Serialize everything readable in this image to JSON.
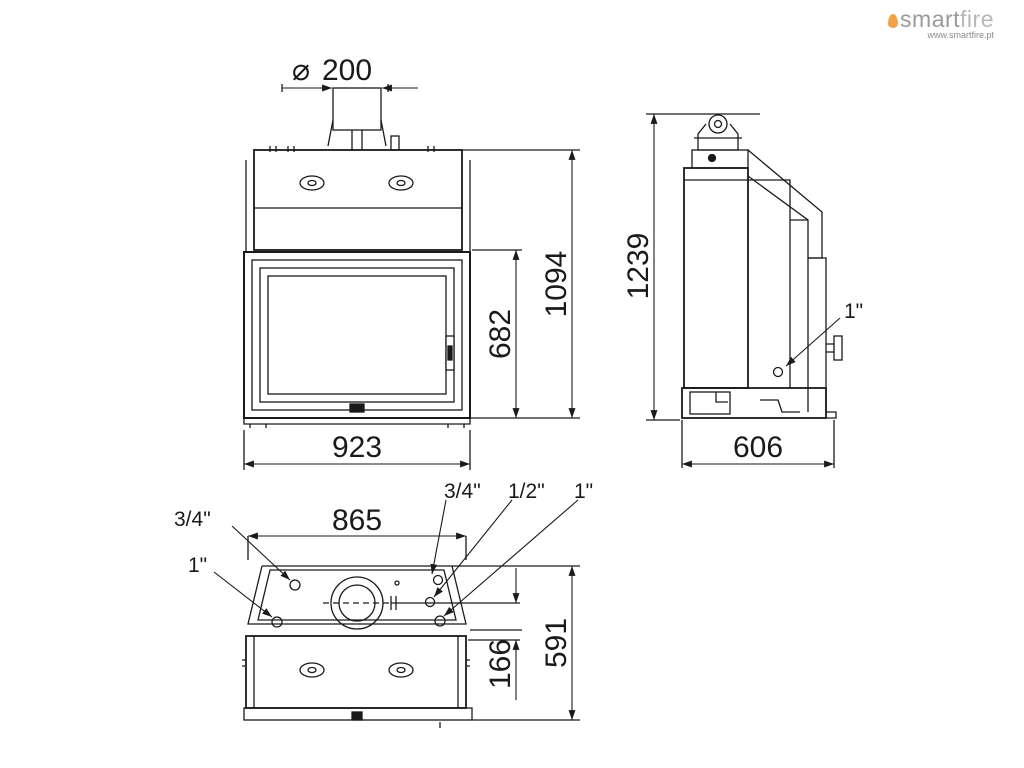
{
  "brand": {
    "name_part1": "smart",
    "name_part2": "fire",
    "url": "www.smartfire.pt",
    "colors": {
      "flame": "#f3a24a",
      "text": "#9a9a9a"
    }
  },
  "front_view": {
    "flue_diameter_symbol": "⌀",
    "flue_diameter": "200",
    "overall_width": "923",
    "overall_height": "1094",
    "door_height": "682"
  },
  "side_view": {
    "overall_height": "1239",
    "depth": "606",
    "connection_label": "1\""
  },
  "top_view": {
    "inner_width": "865",
    "depth": "591",
    "flue_offset": "166",
    "connections": {
      "left_upper": "3/4\"",
      "left_lower": "1\"",
      "right_a": "3/4\"",
      "right_b": "1/2\"",
      "right_c": "1\""
    }
  },
  "colors": {
    "line": "#1a1a1a",
    "background": "#ffffff"
  }
}
